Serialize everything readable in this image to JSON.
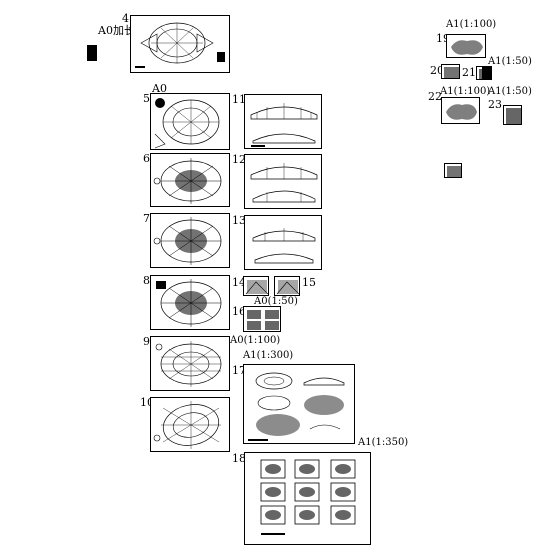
{
  "labels": {
    "n4": "4",
    "a0_long": "A0加长",
    "a0": "A0",
    "a0_150": "A0(1:50)",
    "a0_1100": "A0(1:100)",
    "a1_1300": "A1(1:300)",
    "a1_1350": "A1(1:350)",
    "a1_1100_top": "A1(1:100)",
    "a1_150_top": "A1(1:50)",
    "a1_1100_mid": "A1(1:100)",
    "a1_150_mid": "A1(1:50)",
    "n5": "5",
    "n6": "6",
    "n7": "7",
    "n8": "8",
    "n9": "9",
    "n10": "10",
    "n11": "11",
    "n12": "12",
    "n13": "13",
    "n14": "14",
    "n15": "15",
    "n16": "16",
    "n17": "17",
    "n18": "18",
    "n19": "19",
    "n20": "20",
    "n21": "21",
    "n22": "22",
    "n23": "23"
  }
}
